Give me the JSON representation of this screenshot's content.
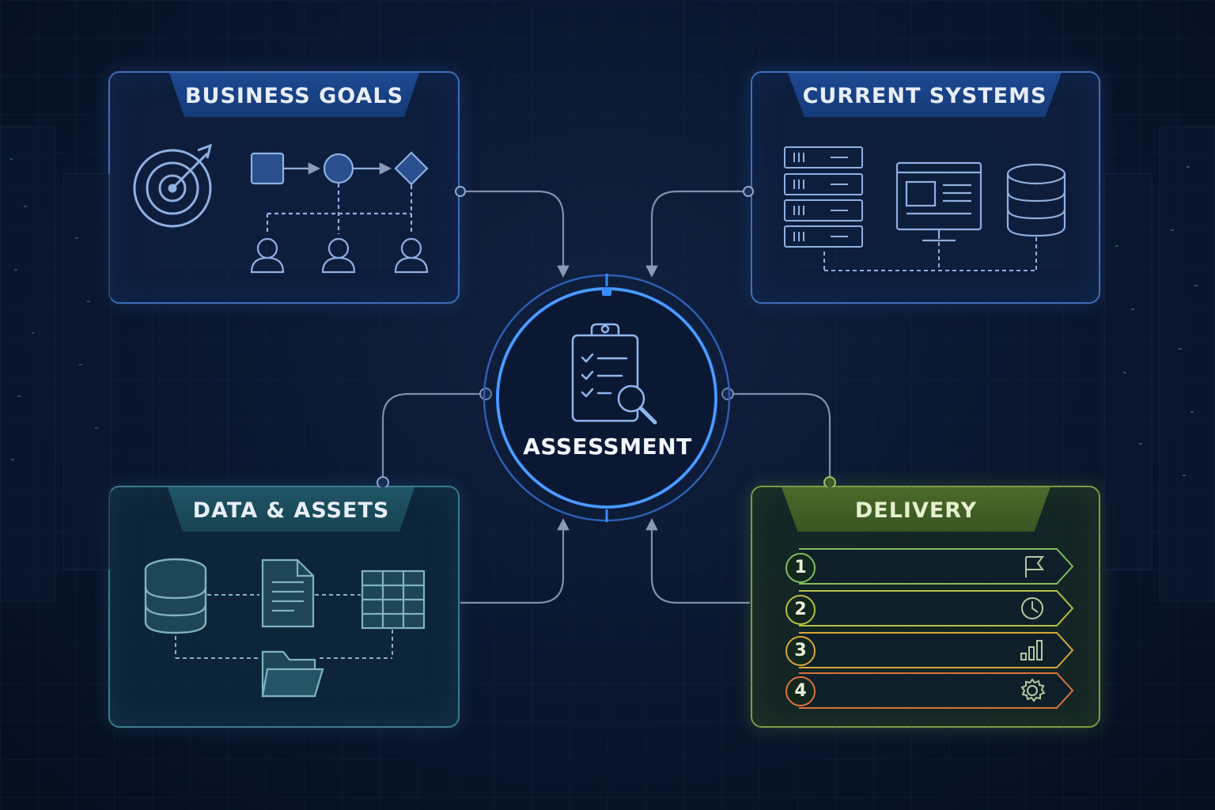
{
  "center": {
    "label": "ASSESSMENT",
    "icon": "clipboard-magnifier-icon"
  },
  "panels": {
    "business_goals": {
      "title": "BUSINESS GOALS",
      "icons": [
        "target-icon",
        "process-flow-icon",
        "person-icon"
      ]
    },
    "current_systems": {
      "title": "CURRENT SYSTEMS",
      "icons": [
        "server-rack-icon",
        "monitor-icon",
        "database-icon"
      ]
    },
    "data_assets": {
      "title": "DATA & ASSETS",
      "icons": [
        "database-icon",
        "document-icon",
        "spreadsheet-icon",
        "folder-icon"
      ]
    },
    "delivery_priorities": {
      "title": "DELIVERY PRIORITIES",
      "items": [
        {
          "number": "1",
          "icon": "flag-icon",
          "color": "#7fbf5a"
        },
        {
          "number": "2",
          "icon": "clock-icon",
          "color": "#b8c040"
        },
        {
          "number": "3",
          "icon": "bar-chart-icon",
          "color": "#d6a83a"
        },
        {
          "number": "4",
          "icon": "gear-icon",
          "color": "#d9733a"
        }
      ]
    }
  },
  "colors": {
    "background": "#0a1730",
    "accent_blue": "#3a8dff",
    "panel_border_blue": "#3f6fb8",
    "panel_border_teal": "#3d7c8e",
    "panel_border_green": "#7d9a45",
    "icon_stroke": "#8fb0e0",
    "connector": "#7d8fae"
  }
}
